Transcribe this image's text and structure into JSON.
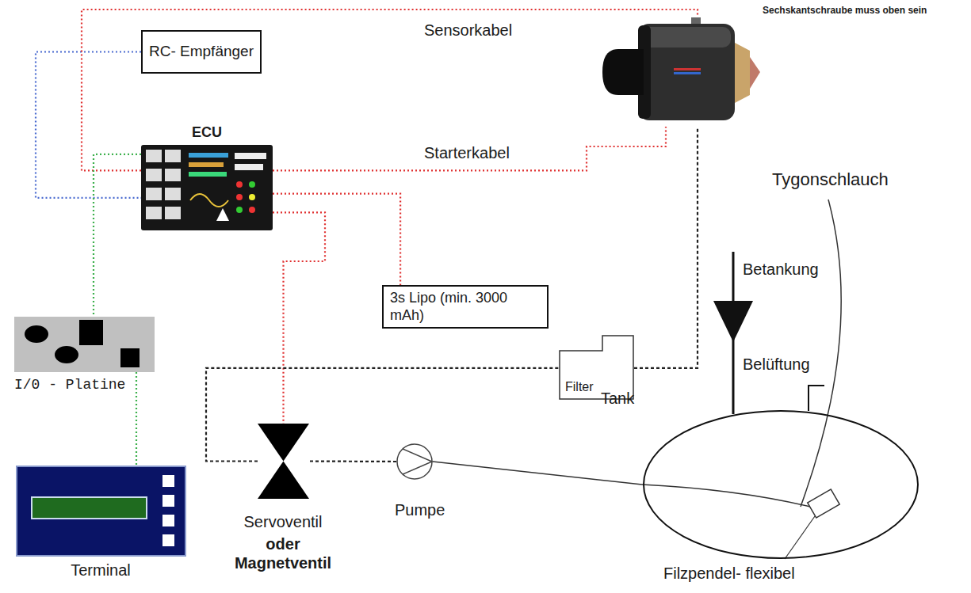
{
  "diagram": {
    "nodes": [
      {
        "text": [
          "RC- Empfänger"
        ]
      },
      {
        "text": [
          "Sechskantschraube muss oben sein"
        ]
      },
      {
        "text": [
          "ECU"
        ]
      },
      {
        "text": [
          "3s Lipo (min. 3000 mAh)"
        ]
      },
      {
        "text": [
          "I/0 - Platine"
        ]
      },
      {
        "text": [
          "Filter"
        ]
      },
      {
        "text": [
          "Tank"
        ]
      },
      {
        "text": [
          "Servoventil",
          "oder Magnetventil"
        ]
      },
      {
        "text": [
          "Pumpe"
        ]
      },
      {
        "text": [
          "Terminal"
        ]
      }
    ],
    "edges": [
      {
        "from": 0,
        "to": 2,
        "arrow": "none"
      },
      {
        "from": 2,
        "to": 1,
        "label": "Sensorkabel",
        "arrow": "none"
      },
      {
        "from": 2,
        "to": 1,
        "label": "Starterkabel",
        "arrow": "none"
      },
      {
        "from": 2,
        "to": 3,
        "arrow": "none"
      },
      {
        "from": 2,
        "to": 4,
        "arrow": "none"
      },
      {
        "from": 4,
        "to": 9,
        "arrow": "none"
      },
      {
        "from": 2,
        "to": 7,
        "arrow": "none"
      },
      {
        "from": 6,
        "to": 8,
        "arrow": "none"
      },
      {
        "from": 8,
        "to": 7,
        "arrow": "none"
      },
      {
        "from": 7,
        "to": 5,
        "arrow": "none"
      },
      {
        "from": 5,
        "to": 1,
        "arrow": "none"
      }
    ],
    "labels": [
      "Tygonschlauch",
      "Betankung",
      "Belüftung",
      "Filzpendel- flexibel"
    ]
  }
}
